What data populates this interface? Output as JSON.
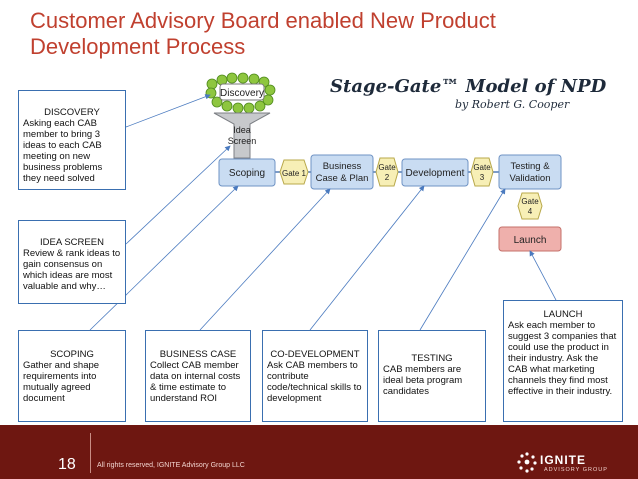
{
  "title": "Customer Advisory Board enabled New Product Development Process",
  "diagram": {
    "title": "Stage-Gate™ Model of NPD",
    "subtitle": "by Robert G. Cooper",
    "discovery": "Discovery",
    "idea_screen": [
      "Idea",
      "Screen"
    ],
    "scoping": "Scoping",
    "gate1": "Gate 1",
    "business_case": [
      "Business",
      "Case & Plan"
    ],
    "gate2": [
      "Gate",
      "2"
    ],
    "development": "Development",
    "gate3": [
      "Gate",
      "3"
    ],
    "testing": [
      "Testing &",
      "Validation"
    ],
    "gate4": [
      "Gate",
      "4"
    ],
    "launch": "Launch"
  },
  "callouts": {
    "discovery": {
      "heading": "DISCOVERY",
      "text": "Asking each CAB member to bring 3 ideas to each CAB meeting on new business problems they need solved"
    },
    "idea_screen": {
      "heading": "IDEA SCREEN",
      "text": "Review & rank ideas to gain consensus on which ideas are most valuable and why…"
    },
    "scoping": {
      "heading": "SCOPING",
      "text": "Gather and shape requirements into mutually agreed document"
    },
    "business_case": {
      "heading": "BUSINESS CASE",
      "text": "Collect CAB member data on internal costs & time estimate to understand ROI"
    },
    "co_development": {
      "heading": "CO-DEVELOPMENT",
      "text": "Ask CAB members to contribute code/technical skills to development"
    },
    "testing": {
      "heading": "TESTING",
      "text": "CAB members are ideal beta program candidates"
    },
    "launch": {
      "heading": "LAUNCH",
      "text": "Ask each member to suggest 3 companies that could use the product in their industry. Ask the CAB what marketing channels they find most effective in their industry."
    }
  },
  "footer": {
    "page_number": "18",
    "copyright": "All rights reserved, IGNITE Advisory Group LLC",
    "logo": "IGNITE",
    "logo_sub": "ADVISORY GROUP"
  },
  "colors": {
    "title": "#c0402f",
    "stage_fill": "#c9dcf2",
    "gate_fill": "#f7efb6",
    "launch_fill": "#efb0ac",
    "footer": "#6e1711",
    "callout_border": "#3a6fb0"
  }
}
